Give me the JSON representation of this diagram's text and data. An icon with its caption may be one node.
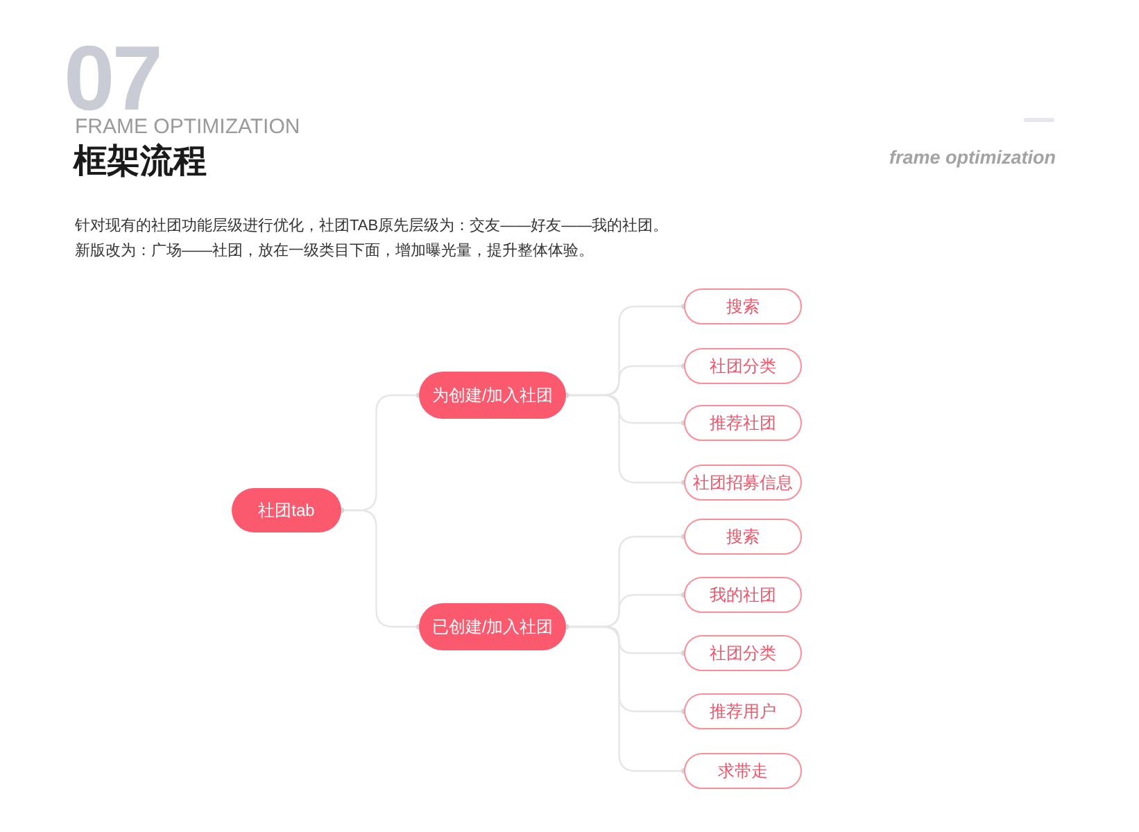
{
  "diagram": {
    "title": "框架流程",
    "nodes": [
      {
        "text": [
          "社团tab"
        ]
      },
      {
        "text": [
          "为创建/加入社团"
        ]
      },
      {
        "text": [
          "已创建/加入社团"
        ]
      },
      {
        "text": [
          "搜索"
        ]
      },
      {
        "text": [
          "社团分类"
        ]
      },
      {
        "text": [
          "推荐社团"
        ]
      },
      {
        "text": [
          "社团招募信息"
        ]
      },
      {
        "text": [
          "搜索"
        ]
      },
      {
        "text": [
          "我的社团"
        ]
      },
      {
        "text": [
          "社团分类"
        ]
      },
      {
        "text": [
          "推荐用户"
        ]
      },
      {
        "text": [
          "求带走"
        ]
      }
    ],
    "edges": [
      {
        "from": 0,
        "to": 1,
        "arrow": "other"
      },
      {
        "from": 0,
        "to": 2,
        "arrow": "other"
      },
      {
        "from": 1,
        "to": 3,
        "arrow": "other"
      },
      {
        "from": 1,
        "to": 4,
        "arrow": "other"
      },
      {
        "from": 1,
        "to": 5,
        "arrow": "other"
      },
      {
        "from": 1,
        "to": 6,
        "arrow": "other"
      },
      {
        "from": 2,
        "to": 7,
        "arrow": "other"
      },
      {
        "from": 2,
        "to": 8,
        "arrow": "other"
      },
      {
        "from": 2,
        "to": 9,
        "arrow": "other"
      },
      {
        "from": 2,
        "to": 10,
        "arrow": "other"
      },
      {
        "from": 2,
        "to": 11,
        "arrow": "other"
      }
    ],
    "labels": [
      "07",
      "FRAME OPTIMIZATION",
      "frame optimization",
      "针对现有的社团功能层级进行优化，社团TAB原先层级为：交友——好友——我的社团。",
      "新版改为：广场——社团，放在一级类目下面，增加曝光量，提升整体体验。"
    ]
  }
}
